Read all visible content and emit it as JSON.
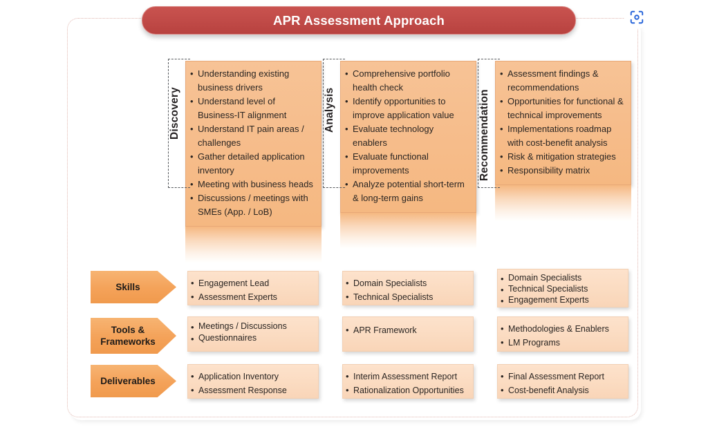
{
  "header": {
    "title": "APR Assessment Approach",
    "capture_icon": "scan-capture-icon",
    "banner_color": "#c04a47"
  },
  "theme": {
    "phase_fill": "#f5bc88",
    "cell_fill": "#fbdcc2",
    "arrow_fill": "#f4a259",
    "title_fill": "#c04a47",
    "frame_border": "#e0b5ae"
  },
  "phases": [
    {
      "label": "Discovery",
      "bullets": [
        "Understanding existing business drivers",
        "Understand level of Business-IT alignment",
        "Understand IT pain areas / challenges",
        "Gather detailed application inventory",
        "Meeting with business heads",
        "Discussions / meetings with SMEs (App. / LoB)"
      ]
    },
    {
      "label": "Analysis",
      "bullets": [
        "Comprehensive portfolio health check",
        "Identify opportunities to improve application value",
        "Evaluate technology enablers",
        "Evaluate functional improvements",
        "Analyze potential  short-term & long-term gains"
      ]
    },
    {
      "label": "Recommendation",
      "bullets": [
        "Assessment findings & recommendations",
        "Opportunities for functional & technical improvements",
        "Implementations roadmap with cost-benefit analysis",
        "Risk & mitigation strategies",
        "Responsibility matrix"
      ]
    }
  ],
  "rows": [
    {
      "label": "Skills",
      "cells": [
        [
          "Engagement Lead",
          "Assessment Experts"
        ],
        [
          "Domain Specialists",
          "Technical Specialists"
        ],
        [
          "Domain Specialists",
          "Technical Specialists",
          "Engagement Experts"
        ]
      ]
    },
    {
      "label": "Tools & Frameworks",
      "cells": [
        [
          "Meetings / Discussions",
          "Questionnaires"
        ],
        [
          "APR Framework"
        ],
        [
          "Methodologies & Enablers",
          "LM Programs"
        ]
      ]
    },
    {
      "label": "Deliverables",
      "cells": [
        [
          "Application Inventory",
          "Assessment Response"
        ],
        [
          "Interim Assessment Report",
          "Rationalization Opportunities"
        ],
        [
          "Final Assessment Report",
          "Cost-benefit Analysis"
        ]
      ]
    }
  ]
}
